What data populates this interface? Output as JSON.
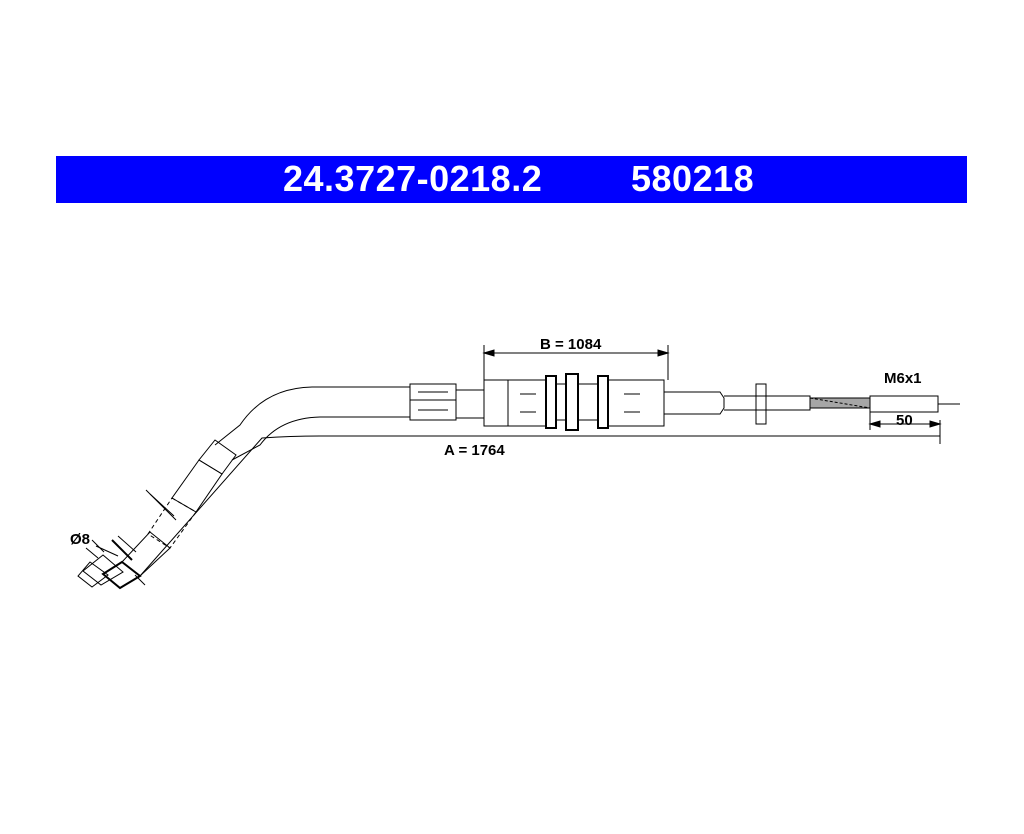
{
  "header": {
    "part_number": "24.3727-0218.2",
    "ref_number": "580218",
    "background_color": "#0000ff",
    "text_color": "#ffffff"
  },
  "dimensions": {
    "a_label": "A = 1764",
    "b_label": "B = 1084",
    "thread_label": "M6x1",
    "thread_length_label": "50",
    "diameter_label": "Ø8"
  }
}
